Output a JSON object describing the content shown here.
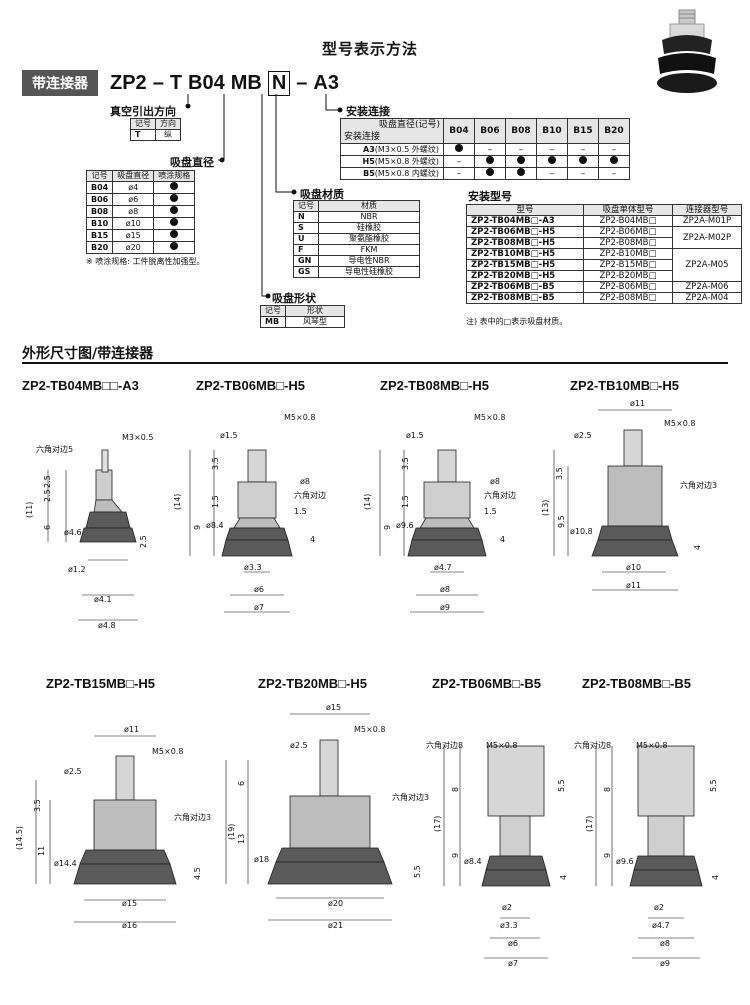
{
  "header": {
    "title": "型号表示方法"
  },
  "code": {
    "badge": "带连接器",
    "p1": "ZP2",
    "dash1": "–",
    "p2": "T",
    "p3": "B04",
    "p4": "MB",
    "p5": "N",
    "dash2": "–",
    "p6": "A3"
  },
  "labels": {
    "vac": "真空引出方向",
    "dia": "吸盘直径",
    "mat": "吸盘材质",
    "shape": "吸盘形状",
    "mount": "安装连接",
    "mtype": "安装型号"
  },
  "vac_table": {
    "headers": [
      "记号",
      "方向"
    ],
    "rows": [
      [
        "T",
        "纵"
      ]
    ]
  },
  "dia_table": {
    "headers": [
      "记号",
      "吸盘直径",
      "喷涂规格"
    ],
    "rows": [
      [
        "B04",
        "ø4"
      ],
      [
        "B06",
        "ø6"
      ],
      [
        "B08",
        "ø8"
      ],
      [
        "B10",
        "ø10"
      ],
      [
        "B15",
        "ø15"
      ],
      [
        "B20",
        "ø20"
      ]
    ]
  },
  "dia_note": "※ 喷涂规格: 工件脱离性加强型。",
  "mat_table": {
    "headers": [
      "记号",
      "材质"
    ],
    "rows": [
      [
        "N",
        "NBR"
      ],
      [
        "S",
        "硅橡胶"
      ],
      [
        "U",
        "聚氨酯橡胶"
      ],
      [
        "F",
        "FKM"
      ],
      [
        "GN",
        "导电性NBR"
      ],
      [
        "GS",
        "导电性硅橡胶"
      ]
    ]
  },
  "shape_table": {
    "headers": [
      "记号",
      "形状"
    ],
    "rows": [
      [
        "MB",
        "风琴型"
      ]
    ]
  },
  "mount_table": {
    "corner_top": "吸盘直径(记号)",
    "corner_bottom": "安装连接",
    "cols": [
      "B04",
      "B06",
      "B08",
      "B10",
      "B15",
      "B20"
    ],
    "rows": [
      {
        "code": "A3",
        "desc": "(M3×0.5 外螺纹)",
        "cells": [
          "dot",
          "–",
          "–",
          "–",
          "–",
          "–"
        ]
      },
      {
        "code": "H5",
        "desc": "(M5×0.8 外螺纹)",
        "cells": [
          "–",
          "dot",
          "dot",
          "dot",
          "dot",
          "dot"
        ]
      },
      {
        "code": "B5",
        "desc": "(M5×0.8 内螺纹)",
        "cells": [
          "–",
          "dot",
          "dot",
          "–",
          "–",
          "–"
        ]
      }
    ]
  },
  "mtype_table": {
    "headers": [
      "型号",
      "吸盘单体型号",
      "连接器型号"
    ],
    "rows": [
      [
        "ZP2-TB04MB□-A3",
        "ZP2-B04MB□",
        "ZP2A-M01P"
      ],
      [
        "ZP2-TB06MB□-H5",
        "ZP2-B06MB□",
        ""
      ],
      [
        "ZP2-TB08MB□-H5",
        "ZP2-B08MB□",
        "ZP2A-M02P"
      ],
      [
        "ZP2-TB10MB□-H5",
        "ZP2-B10MB□",
        ""
      ],
      [
        "ZP2-TB15MB□-H5",
        "ZP2-B15MB□",
        "ZP2A-M05"
      ],
      [
        "ZP2-TB20MB□-H5",
        "ZP2-B20MB□",
        ""
      ],
      [
        "ZP2-TB06MB□-B5",
        "ZP2-B06MB□",
        "ZP2A-M06"
      ],
      [
        "ZP2-TB08MB□-B5",
        "ZP2-B08MB□",
        "ZP2A-M04"
      ]
    ]
  },
  "mtype_note": "注) 表中的□表示吸盘材质。",
  "section2": "外形尺寸图/带连接器",
  "models": {
    "m1": "ZP2-TB04MB□□-A3",
    "m2": "ZP2-TB06MB□-H5",
    "m3": "ZP2-TB08MB□-H5",
    "m4": "ZP2-TB10MB□-H5",
    "m5": "ZP2-TB15MB□-H5",
    "m6": "ZP2-TB20MB□-H5",
    "m7": "ZP2-TB06MB□-B5",
    "m8": "ZP2-TB08MB□-B5"
  },
  "dims": {
    "d1": {
      "thread": "M3×0.5",
      "hex": "六角对边5",
      "h": "(11)",
      "a": "2.5",
      "b": "2.5",
      "c": "6",
      "d": "2.5",
      "p1": "ø4.6",
      "p2": "ø1.2",
      "p3": "ø4.1",
      "p4": "ø4.8"
    },
    "d2": {
      "thread": "M5×0.8",
      "top": "ø1.5",
      "hex": "六角对边",
      "h": "(14)",
      "a": "3.5",
      "b": "1.5",
      "c": "9",
      "d": "4",
      "e": "1.5",
      "p0": "ø8",
      "p1": "ø8.4",
      "p2": "ø3.3",
      "p3": "ø6",
      "p4": "ø7"
    },
    "d3": {
      "thread": "M5×0.8",
      "top": "ø1.5",
      "hex": "六角对边",
      "h": "(14)",
      "a": "3.5",
      "b": "1.5",
      "c": "9",
      "d": "4",
      "e": "1.5",
      "p0": "ø8",
      "p1": "ø9.6",
      "p2": "ø4.7",
      "p3": "ø8",
      "p4": "ø9"
    },
    "d4": {
      "thread": "M5×0.8",
      "top": "ø11",
      "t2": "ø2.5",
      "hex": "六角对边3",
      "h": "(13)",
      "a": "3.5",
      "c": "9.5",
      "d": "4",
      "p1": "ø10.8",
      "p3": "ø10",
      "p4": "ø11"
    },
    "d5": {
      "thread": "M5×0.8",
      "top": "ø11",
      "t2": "ø2.5",
      "hex": "六角对边3",
      "h": "(14.5)",
      "a": "3.5",
      "c": "11",
      "d": "4.5",
      "p1": "ø14.4",
      "p3": "ø15",
      "p4": "ø16"
    },
    "d6": {
      "thread": "M5×0.8",
      "top": "ø15",
      "t2": "ø2.5",
      "hex": "六角对边3",
      "h": "(19)",
      "a": "6",
      "c": "13",
      "d": "5.5",
      "p1": "ø18",
      "p3": "ø20",
      "p4": "ø21"
    },
    "d7": {
      "thread": "M5×0.8",
      "hex": "六角对边8",
      "h": "(17)",
      "a": "8",
      "b": "5.5",
      "c": "9",
      "d": "4",
      "p1": "ø8.4",
      "t2": "ø2",
      "p2": "ø3.3",
      "p3": "ø6",
      "p4": "ø7"
    },
    "d8": {
      "thread": "M5×0.8",
      "hex": "六角对边8",
      "h": "(17)",
      "a": "8",
      "b": "5.5",
      "c": "9",
      "d": "4",
      "p1": "ø9.6",
      "t2": "ø2",
      "p2": "ø4.7",
      "p3": "ø8",
      "p4": "ø9"
    }
  },
  "colors": {
    "badge": "#555555",
    "metal": "#cfcfcf",
    "rubber": "#5a5a5a",
    "rubber_light": "#bdbdbd"
  }
}
